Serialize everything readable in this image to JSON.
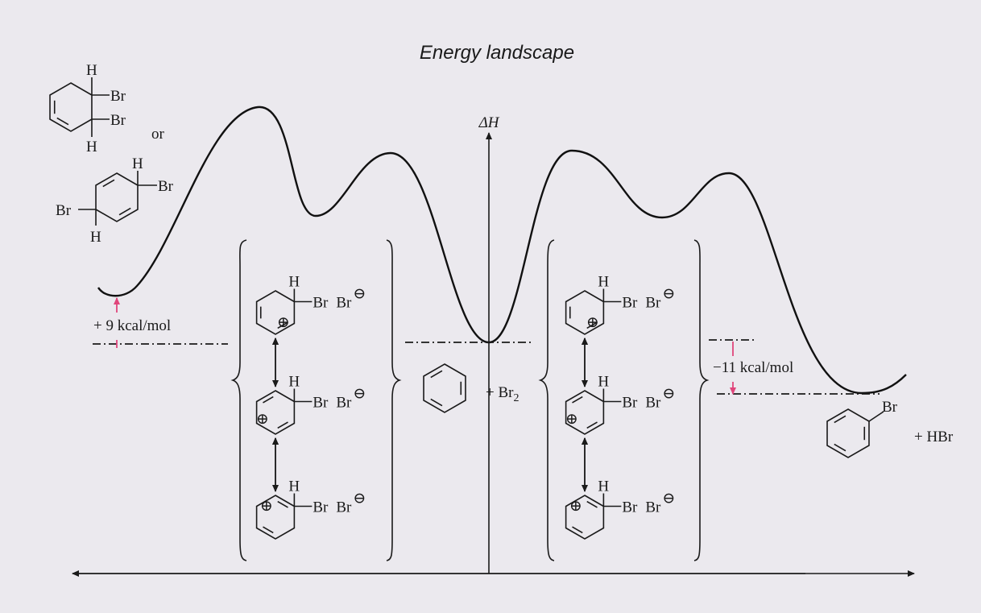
{
  "title": "Energy landscape",
  "axis": {
    "y_label": "ΔH"
  },
  "colors": {
    "background": "#ebe9ee",
    "ink": "#1a1a1a",
    "arrow_accent": "#e0457b"
  },
  "left_products": {
    "dibromide_12": {
      "h_top": "H",
      "br_top": "Br",
      "br_bottom": "Br",
      "h_bottom": "H"
    },
    "or": "or",
    "dibromide_14": {
      "h": "H",
      "br_right": "Br",
      "br_left": "Br",
      "h_bottom": "H"
    }
  },
  "energies": {
    "left": "+ 9 kcal/mol",
    "right": "−11 kcal/mol"
  },
  "reactants": {
    "plus_br2": "+ Br",
    "br2_sub": "2"
  },
  "sigma_complex": {
    "h": "H",
    "br": "Br",
    "counter": "Br",
    "minus": "⊖",
    "plus": "⊕"
  },
  "products_right": {
    "br": "Br",
    "plus_hbr": "+ HBr"
  }
}
